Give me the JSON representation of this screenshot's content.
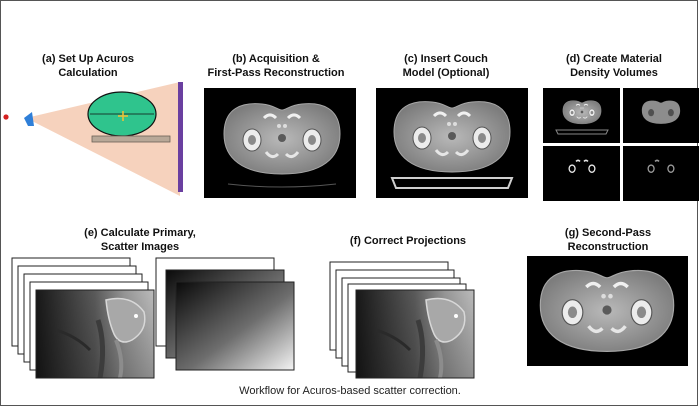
{
  "panels": {
    "a": {
      "line1": "(a) Set Up Acuros",
      "line2": "Calculation"
    },
    "b": {
      "line1": "(b)  Acquisition &",
      "line2": "First-Pass Reconstruction"
    },
    "c": {
      "line1": "(c) Insert Couch",
      "line2": "Model (Optional)"
    },
    "d": {
      "line1": "(d)  Create Material",
      "line2": "Density Volumes"
    },
    "e": {
      "line1": "(e)    Calculate Primary,",
      "line2": "Scatter Images"
    },
    "f": {
      "line1": "(f)  Correct Projections"
    },
    "g": {
      "line1": "(g)  Second-Pass",
      "line2": "Reconstruction"
    }
  },
  "caption": "Workflow for Acuros-based scatter correction.",
  "colors": {
    "phantom": "#2fc48d",
    "source_marker": "#d42020",
    "detector": "#6a3fa0",
    "beam": "#f6d2bd",
    "couch": "#b8a898"
  },
  "icons": [
    "x-ray-source-icon",
    "collimator-icon",
    "phantom-ellipse-icon",
    "detector-panel-icon"
  ]
}
